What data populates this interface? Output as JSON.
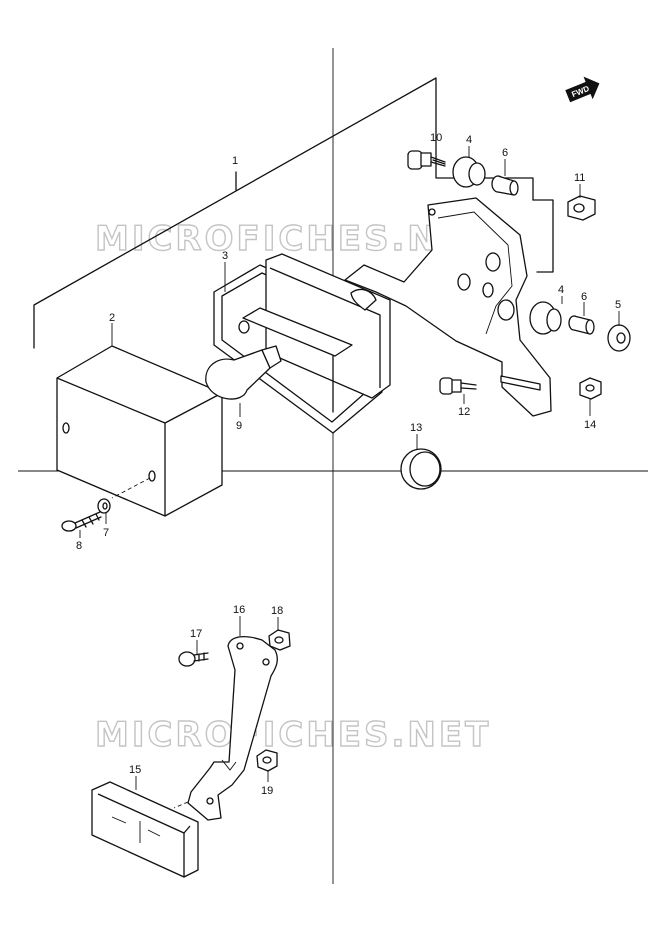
{
  "watermark": {
    "text": "MICROFICHES.NET"
  },
  "fwd_badge": {
    "text": "FWD"
  },
  "parts": [
    {
      "id": "p1",
      "label": "1"
    },
    {
      "id": "p2",
      "label": "2"
    },
    {
      "id": "p3",
      "label": "3"
    },
    {
      "id": "p4a",
      "label": "4"
    },
    {
      "id": "p4b",
      "label": "4"
    },
    {
      "id": "p5",
      "label": "5"
    },
    {
      "id": "p6a",
      "label": "6"
    },
    {
      "id": "p6b",
      "label": "6"
    },
    {
      "id": "p7",
      "label": "7"
    },
    {
      "id": "p8",
      "label": "8"
    },
    {
      "id": "p9",
      "label": "9"
    },
    {
      "id": "p10",
      "label": "10"
    },
    {
      "id": "p11",
      "label": "11"
    },
    {
      "id": "p12",
      "label": "12"
    },
    {
      "id": "p13",
      "label": "13"
    },
    {
      "id": "p14",
      "label": "14"
    },
    {
      "id": "p15",
      "label": "15"
    },
    {
      "id": "p16",
      "label": "16"
    },
    {
      "id": "p17",
      "label": "17"
    },
    {
      "id": "p18",
      "label": "18"
    },
    {
      "id": "p19",
      "label": "19"
    }
  ]
}
